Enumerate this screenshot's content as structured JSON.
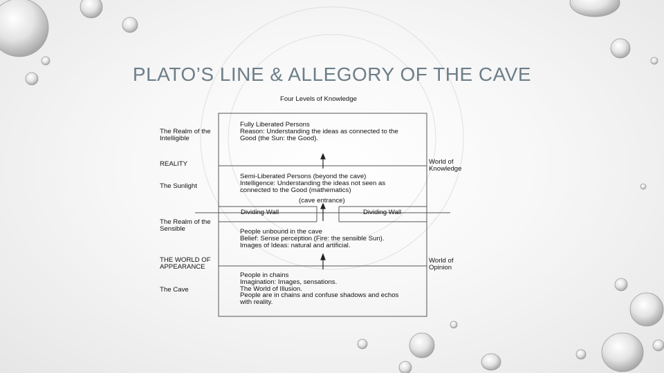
{
  "slide": {
    "title": "PLATO’S LINE & ALLEGORY OF THE CAVE"
  },
  "diagram": {
    "heading": "Four Levels of Knowledge",
    "left_labels": {
      "intelligible": "The Realm of the Intelligible",
      "reality": "REALITY",
      "sunlight": "The Sunlight",
      "sensible": "The Realm of the Sensible",
      "appearance": "THE WORLD OF APPEARANCE",
      "cave": "The Cave"
    },
    "right_labels": {
      "knowledge": "World of Knowledge",
      "opinion": "World of Opinion"
    },
    "levels": {
      "fully_liberated": [
        "Fully Liberated Persons",
        "Reason: Understanding the ideas as connected to the",
        "Good (the Sun: the Good)."
      ],
      "semi_liberated": [
        "Semi-Liberated Persons (beyond the cave)",
        "Intelligence: Understanding the ideas not seen as",
        "connected to the Good (mathematics)"
      ],
      "unbound": [
        "People unbound in the cave",
        "Belief: Sense perception (Fire: the sensible Sun).",
        "Images of Ideas: natural and artificial."
      ],
      "chains": [
        "People in chains",
        "Imagination: Images, sensations.",
        "The World of Illusion.",
        "People are in chains and confuse shadows and echos",
        "with reality."
      ]
    },
    "cave_entrance": "(cave entrance)",
    "dividing_wall_left": "Dividing Wall",
    "dividing_wall_right": "Dividing Wall"
  }
}
